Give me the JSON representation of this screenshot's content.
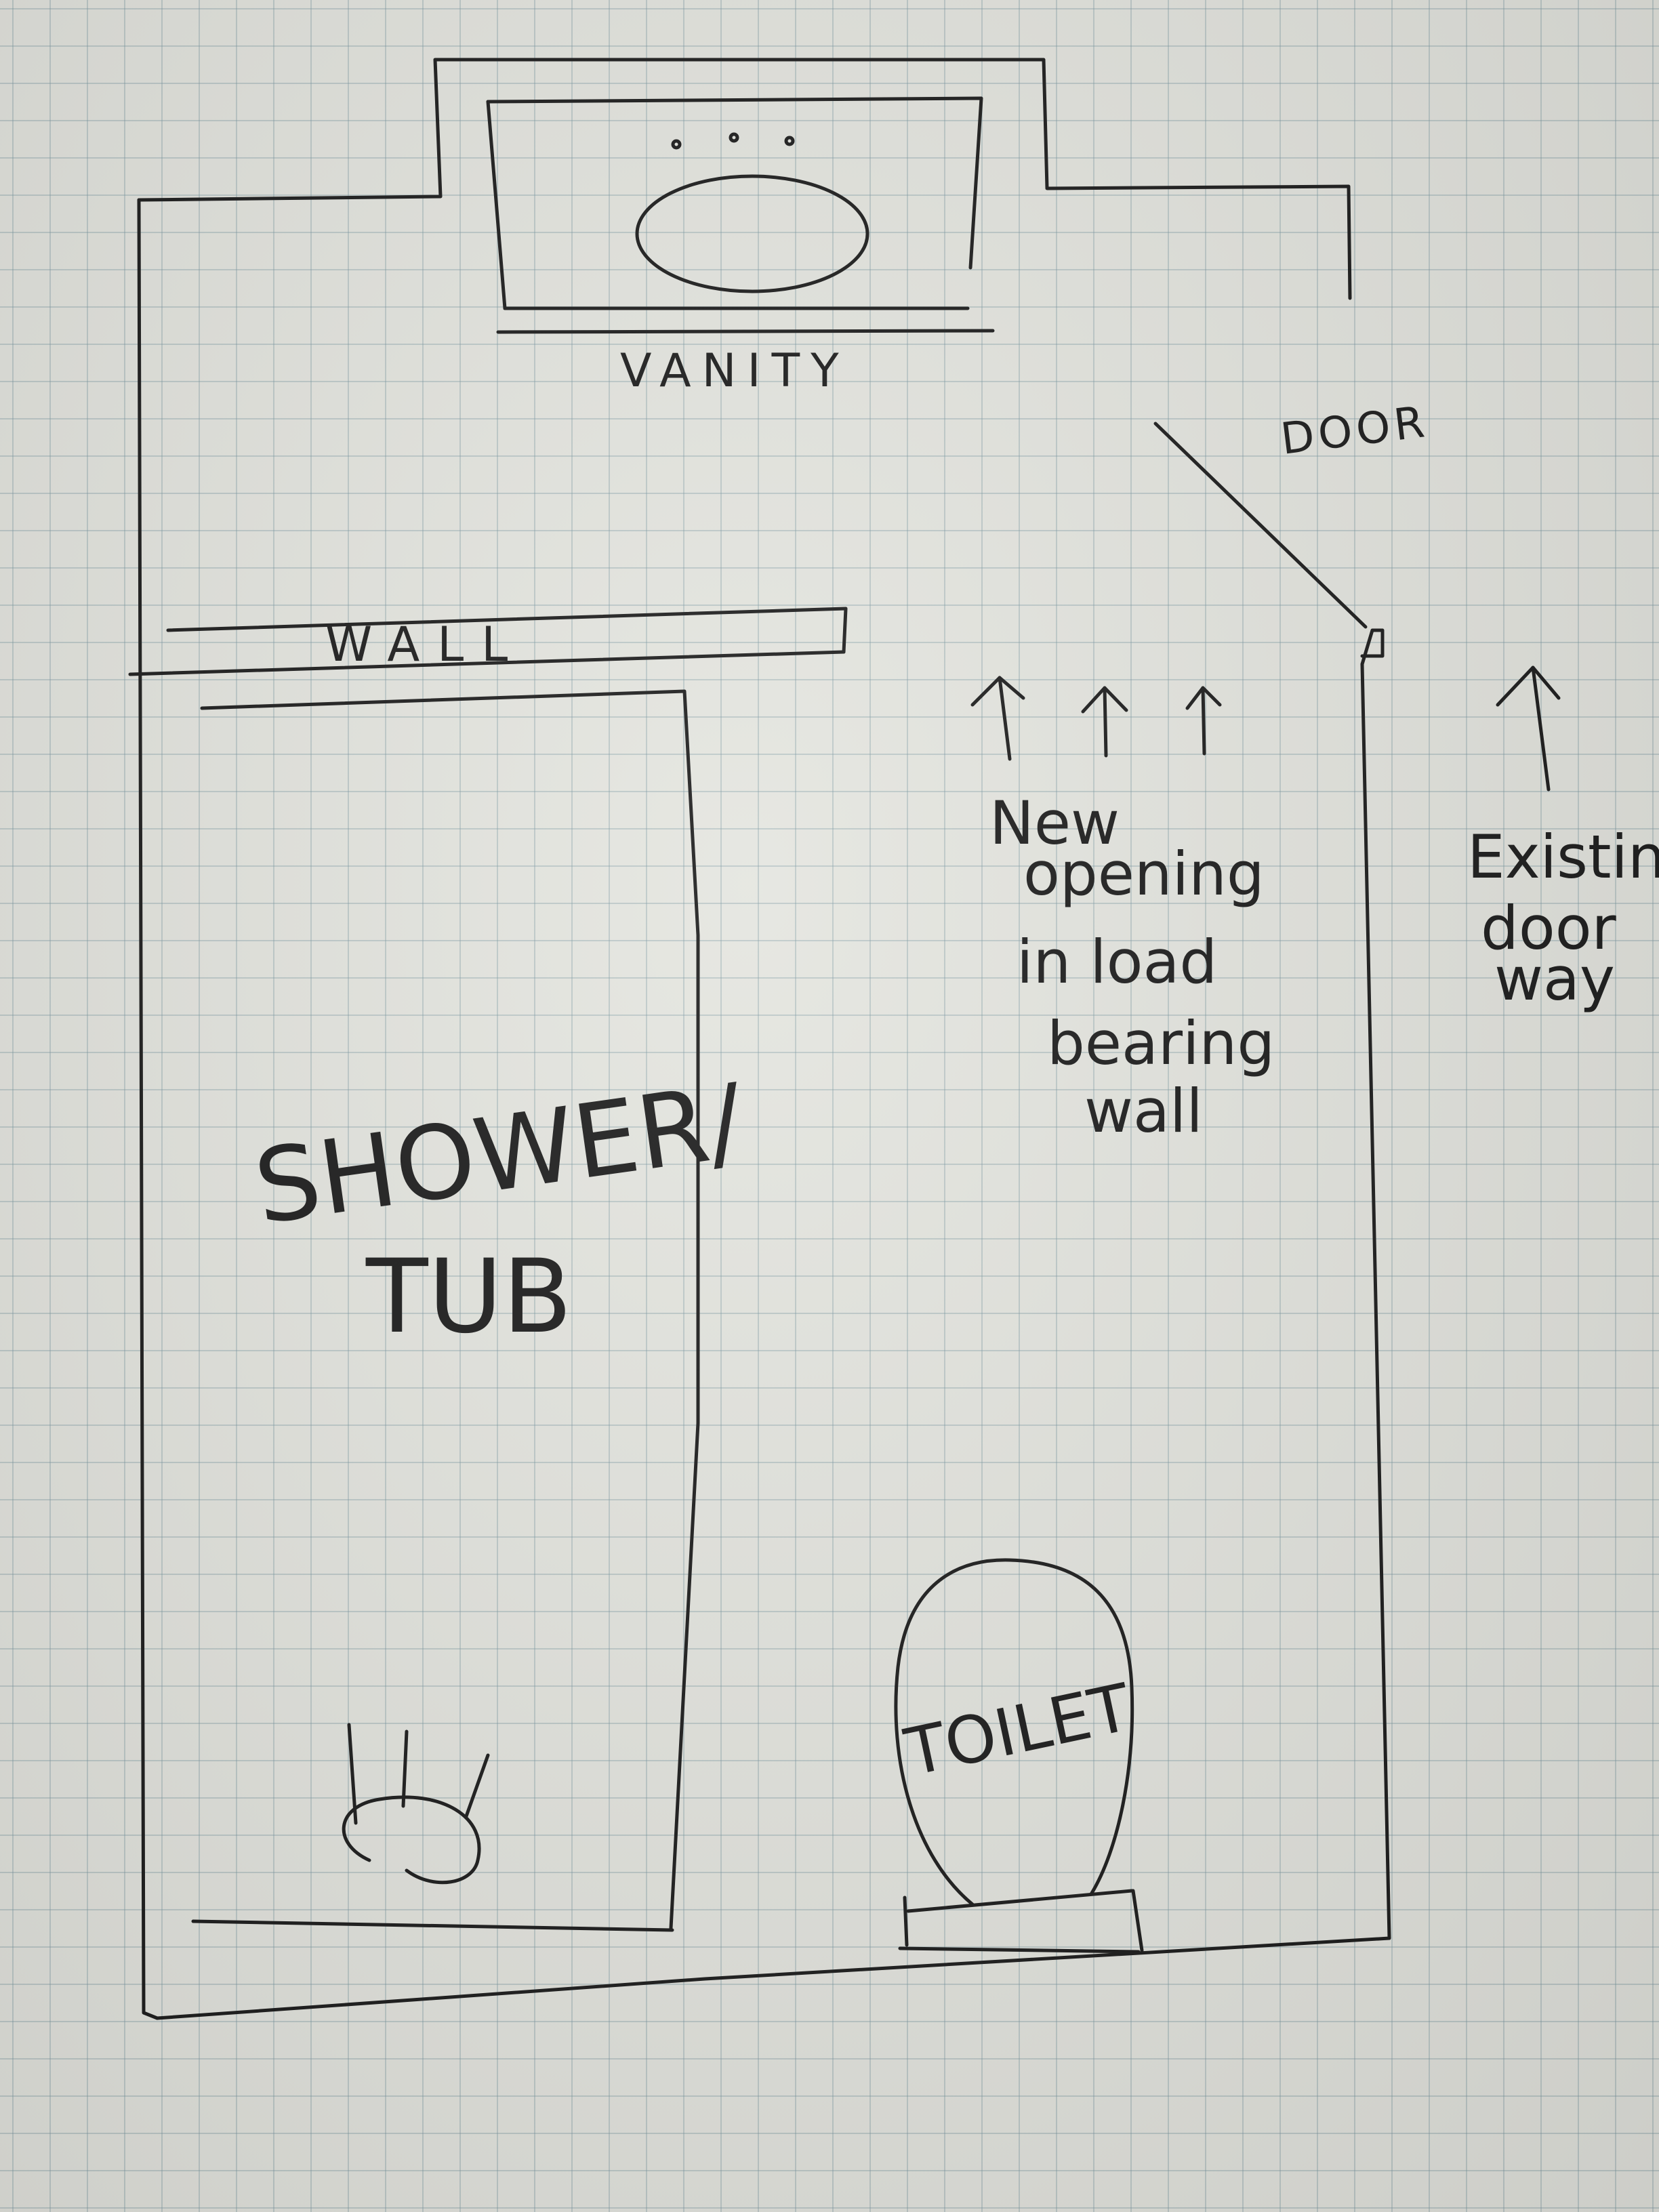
{
  "labels": {
    "vanity": "VANITY",
    "door": "DOOR",
    "wall": "WALL",
    "shower_tub_line1": "SHOWER/",
    "shower_tub_line2": "TUB",
    "new_opening": [
      "New",
      "opening",
      "in load",
      "bearing",
      "wall"
    ],
    "existing_door": [
      "Existin",
      "door",
      "way"
    ],
    "toilet": "TOILET"
  },
  "colors": {
    "ink": "#1a1a1a",
    "paper": "#e4e5df",
    "grid": "#8fa6ad"
  }
}
